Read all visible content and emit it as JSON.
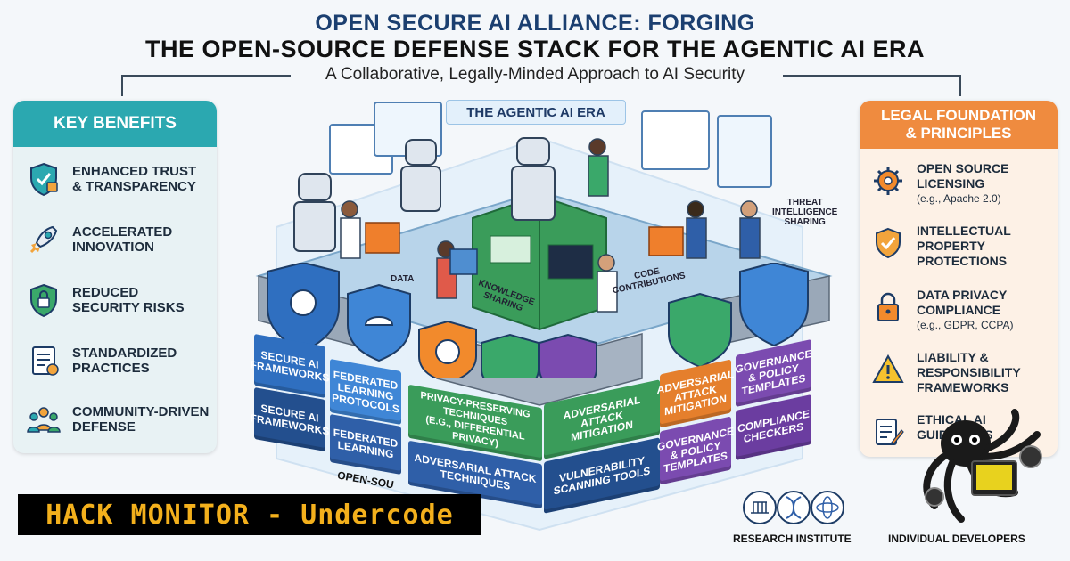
{
  "header": {
    "title_line1": "OPEN SECURE AI ALLIANCE: FORGING",
    "title_line2": "THE OPEN-SOURCE DEFENSE STACK FOR THE AGENTIC AI ERA",
    "subtitle": "A Collaborative, Legally-Minded Approach to AI Security"
  },
  "key_benefits": {
    "heading": "KEY BENEFITS",
    "items": [
      {
        "label": "Enhanced Trust\n& Transparency",
        "icon": "shield-lock-icon"
      },
      {
        "label": "Accelerated\nInnovation",
        "icon": "rocket-icon"
      },
      {
        "label": "Reduced\nSecurity Risks",
        "icon": "shield-lock-icon"
      },
      {
        "label": "Standardized\nPractices",
        "icon": "document-checklist-icon"
      },
      {
        "label": "Community-Driven\nDefense",
        "icon": "community-people-icon"
      }
    ]
  },
  "legal": {
    "heading": "LEGAL FOUNDATION\n& PRINCIPLES",
    "items": [
      {
        "label": "Open Source\nLicensing",
        "sub": "(e.g., Apache 2.0)",
        "icon": "gear-icon"
      },
      {
        "label": "Intellectual\nProperty\nProtections",
        "sub": "",
        "icon": "shield-check-icon"
      },
      {
        "label": "Data Privacy\nCompliance",
        "sub": "(e.g., GDPR, CCPA)",
        "icon": "padlock-icon"
      },
      {
        "label": "Liability &\nResponsibility\nFrameworks",
        "sub": "",
        "icon": "warning-icon"
      },
      {
        "label": "Ethical AI\nGuidelines",
        "sub": "",
        "icon": "document-pen-icon"
      }
    ]
  },
  "scene": {
    "era_label": "THE AGENTIC AI ERA",
    "flows": {
      "data": "DATA",
      "knowledge": "KNOWLEDGE\nSHARING",
      "code": "CODE\nCONTRIBUTIONS",
      "threat": "THREAT\nINTELLIGENCE\nSHARING"
    },
    "blocks": {
      "b1_top": "Secure AI\nFrameworks",
      "b1_bottom": "Secure AI\nFrameworks",
      "b2_top": "Federated\nLearning\nProtocols",
      "b2_bottom": "Federated\nLearning",
      "b3": "Privacy-Preserving\nTechniques\n(e.g., Differential Privacy)",
      "b3_bottom": "Adversarial Attack\nTechniques",
      "b4": "Adversarial Attack\nMitigation",
      "b4_bottom": "Vulnerability\nScanning Tools",
      "b5_top": "Adversarial\nAttack\nMitigation",
      "b5_bottom": "Governance\n& Policy\nTemplates",
      "b6_top": "Governance\n& Policy\nTemplates",
      "b6_bottom": "Compliance\nCheckers"
    },
    "base_label": "OPEN-SOU",
    "bottom_labels": {
      "research": "RESEARCH INSTITUTE",
      "developers": "INDIVIDUAL DEVELOPERS"
    }
  },
  "banner": {
    "text": "HACK MONITOR - Undercode"
  },
  "colors": {
    "teal": "#2ba8b0",
    "orange": "#ef8b3f",
    "navy": "#1b3f70",
    "block_blue": "#2f5fa8",
    "block_green": "#3a9c5a",
    "block_purple": "#7b4bb0",
    "block_orange": "#e57f2c",
    "banner_text": "#f3b01c"
  }
}
